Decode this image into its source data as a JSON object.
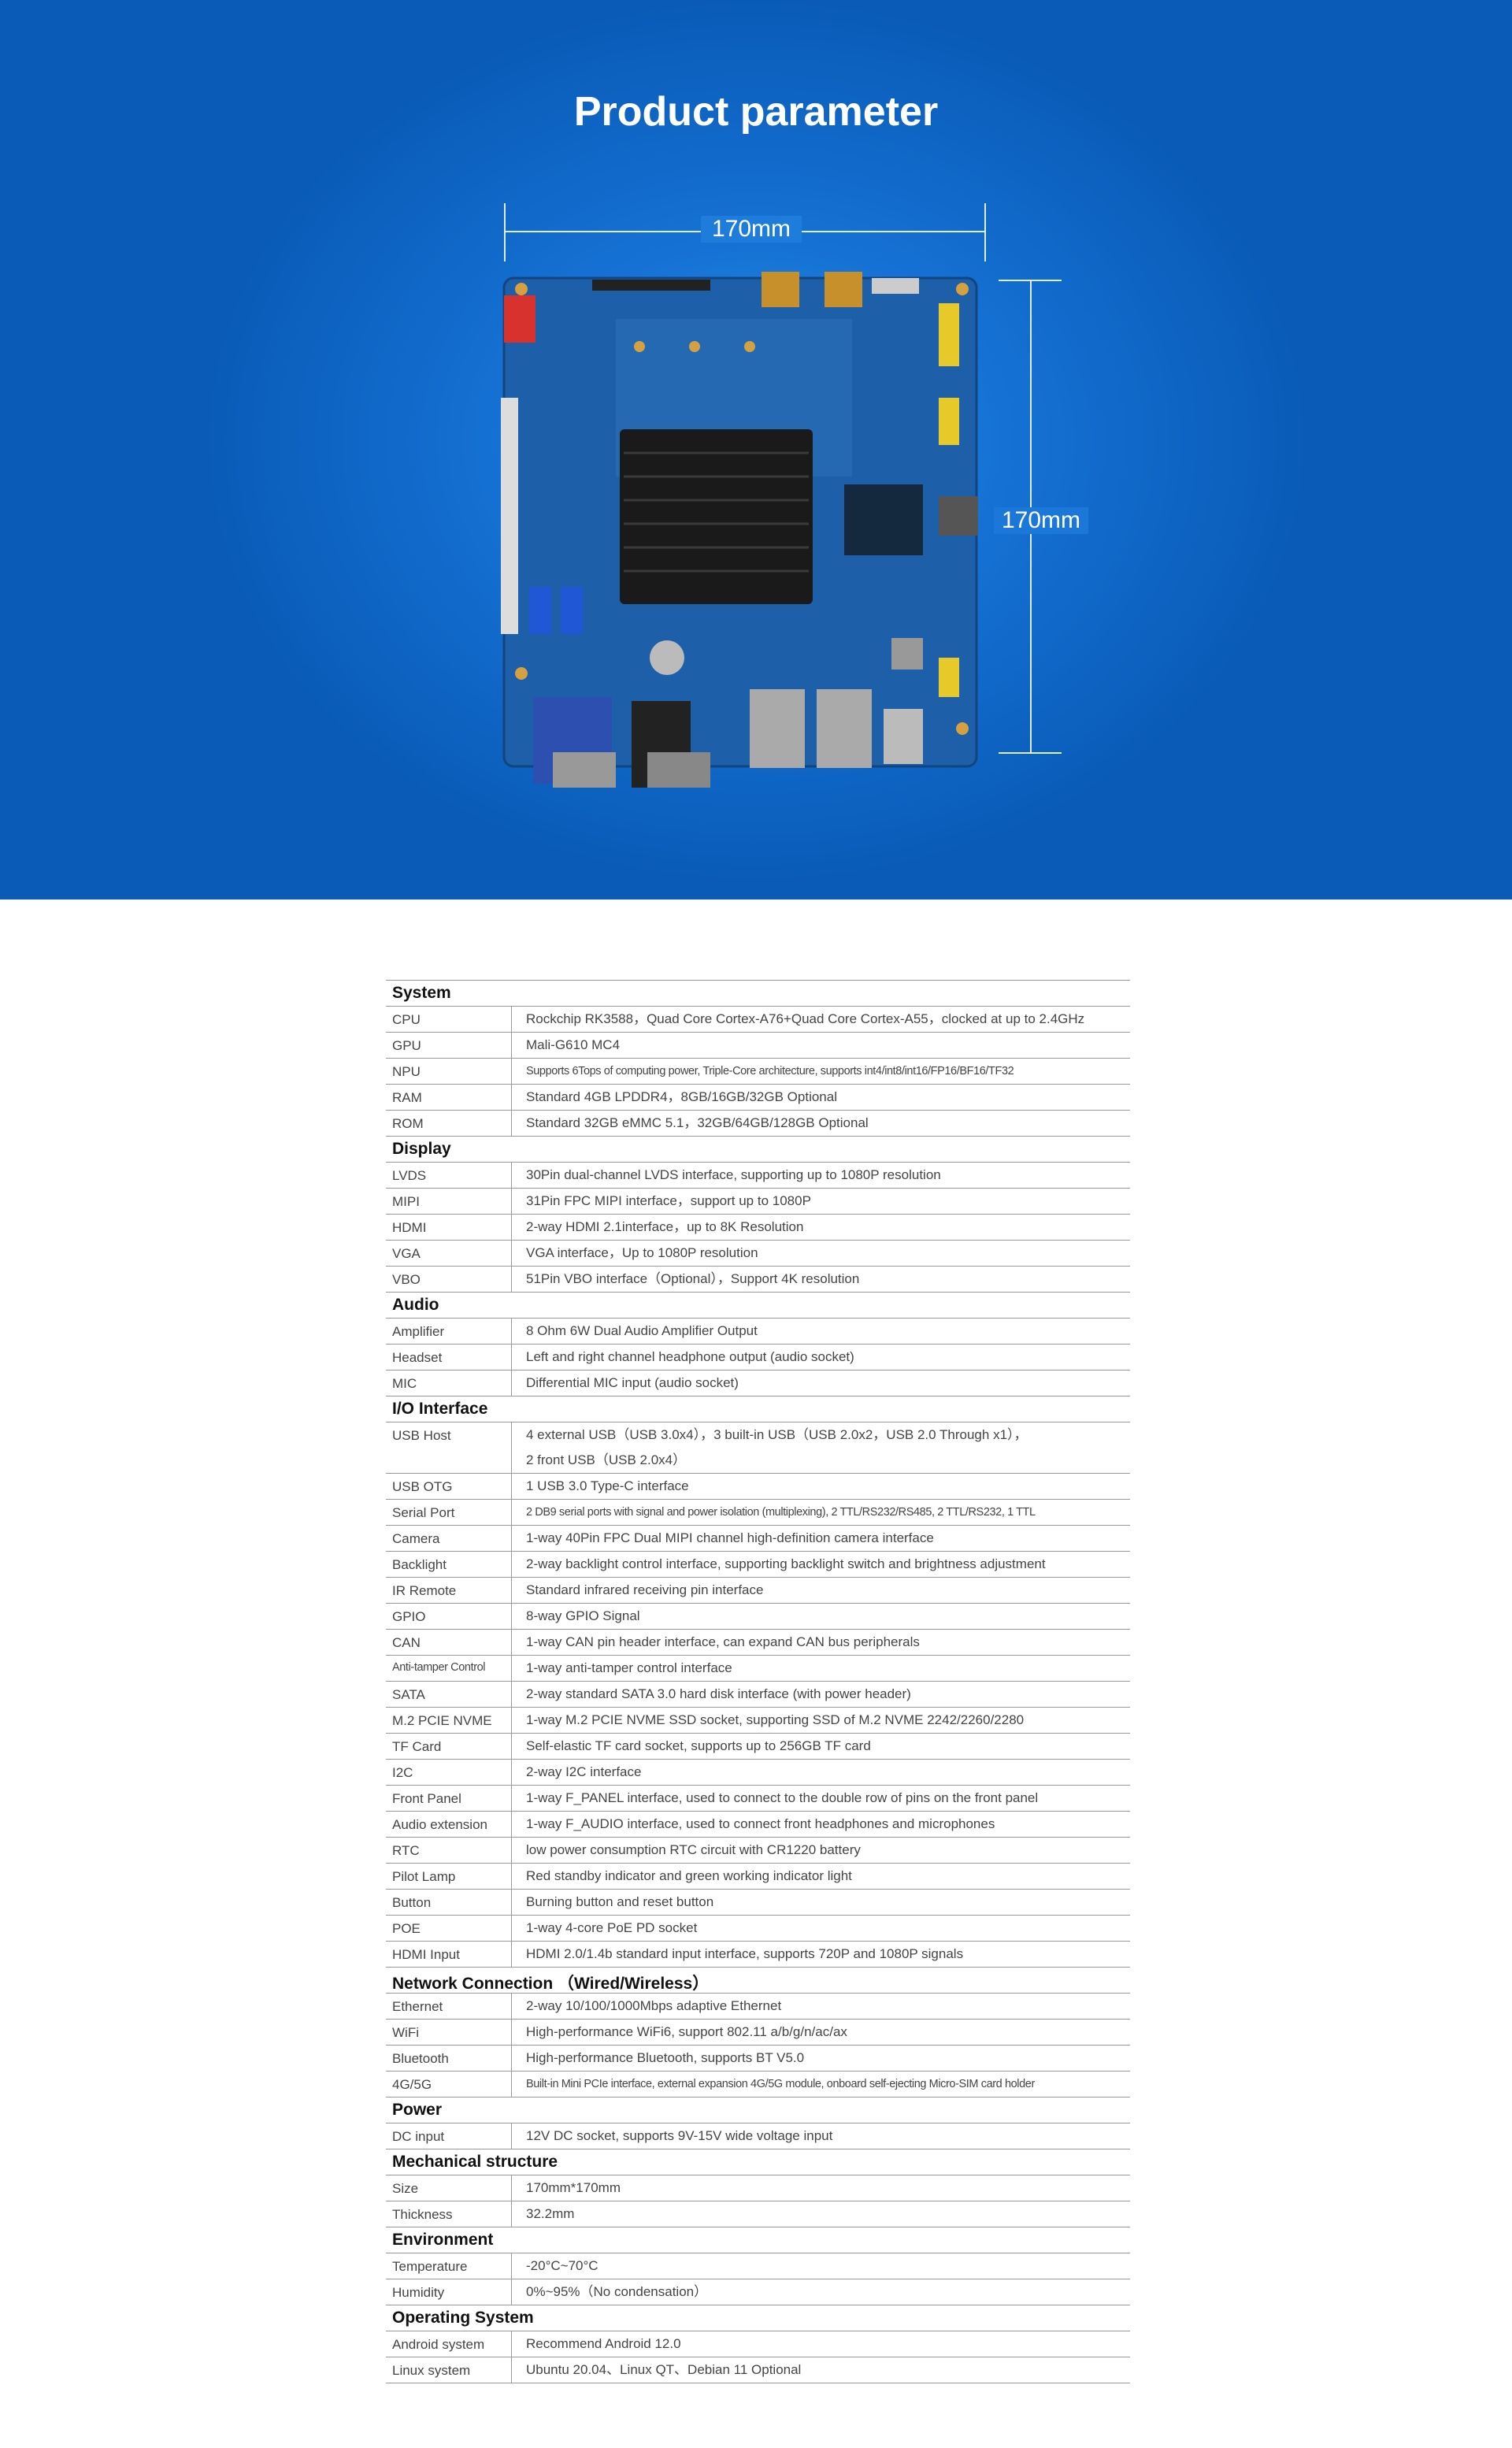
{
  "banner": {
    "title": "Product parameter",
    "width_label": "170mm",
    "height_label": "170mm"
  },
  "colors": {
    "banner": "#1572d4",
    "heatsink": "#1a1a1a",
    "pcb": "#1d5fa8"
  },
  "sections": [
    {
      "title": "System",
      "rows": [
        [
          "CPU",
          "Rockchip RK3588，Quad Core Cortex-A76+Quad Core Cortex-A55，clocked at up to 2.4GHz"
        ],
        [
          "GPU",
          "Mali-G610 MC4"
        ],
        [
          "NPU",
          "Supports 6Tops of computing power, Triple-Core architecture, supports int4/int8/int16/FP16/BF16/TF32"
        ],
        [
          "RAM",
          "Standard 4GB LPDDR4，8GB/16GB/32GB Optional"
        ],
        [
          "ROM",
          "Standard 32GB eMMC 5.1，32GB/64GB/128GB Optional"
        ]
      ]
    },
    {
      "title": "Display",
      "rows": [
        [
          "LVDS",
          "30Pin dual-channel LVDS interface, supporting up to 1080P resolution"
        ],
        [
          "MIPI",
          "31Pin FPC MIPI interface，support up to 1080P"
        ],
        [
          "HDMI",
          "2-way HDMI 2.1interface，up to 8K Resolution"
        ],
        [
          "VGA",
          "VGA interface，Up to 1080P resolution"
        ],
        [
          "VBO",
          "51Pin VBO interface（Optional），Support 4K resolution"
        ]
      ]
    },
    {
      "title": "Audio",
      "rows": [
        [
          "Amplifier",
          "8 Ohm 6W Dual Audio Amplifier Output"
        ],
        [
          "Headset",
          "Left and right channel headphone output (audio socket)"
        ],
        [
          "MIC",
          "Differential MIC input (audio socket)"
        ]
      ]
    },
    {
      "title": "I/O Interface",
      "rows": [
        [
          "USB Host",
          "4 external USB（USB 3.0x4），3 built-in USB（USB 2.0x2，USB 2.0 Through x1），",
          "2 front USB（USB 2.0x4）"
        ],
        [
          "USB OTG",
          "1 USB 3.0 Type-C interface"
        ],
        [
          "Serial Port",
          "2 DB9 serial ports with signal and power isolation (multiplexing), 2 TTL/RS232/RS485, 2 TTL/RS232, 1 TTL"
        ],
        [
          "Camera",
          "1-way 40Pin FPC Dual MIPI channel high-definition camera interface"
        ],
        [
          "Backlight",
          "2-way backlight control interface, supporting backlight switch and brightness adjustment"
        ],
        [
          "IR Remote",
          "Standard infrared receiving pin interface"
        ],
        [
          "GPIO",
          "8-way GPIO Signal"
        ],
        [
          "CAN",
          "1-way CAN pin header interface, can expand CAN bus peripherals"
        ],
        [
          "Anti-tamper Control",
          "1-way anti-tamper control interface"
        ],
        [
          "SATA",
          "2-way standard SATA 3.0 hard disk interface (with power header)"
        ],
        [
          "M.2 PCIE NVME",
          "1-way M.2 PCIE NVME SSD socket, supporting SSD of M.2 NVME 2242/2260/2280"
        ],
        [
          "TF Card",
          "Self-elastic TF card socket, supports up to 256GB TF card"
        ],
        [
          "I2C",
          "2-way I2C interface"
        ],
        [
          "Front Panel",
          "1-way F_PANEL interface, used to connect to the double row of pins on the front panel"
        ],
        [
          "Audio extension",
          "1-way F_AUDIO interface, used to connect front headphones and microphones"
        ],
        [
          "RTC",
          "low power consumption RTC circuit with CR1220 battery"
        ],
        [
          "Pilot Lamp",
          "Red standby indicator and green working indicator light"
        ],
        [
          "Button",
          "Burning button and reset button"
        ],
        [
          "POE",
          "1-way 4-core PoE PD socket"
        ],
        [
          "HDMI Input",
          "HDMI 2.0/1.4b standard input interface, supports 720P and 1080P signals"
        ]
      ]
    },
    {
      "title": "Network Connection （Wired/Wireless）",
      "rows": [
        [
          "Ethernet",
          "2-way 10/100/1000Mbps adaptive Ethernet"
        ],
        [
          "WiFi",
          "High-performance WiFi6, support 802.11 a/b/g/n/ac/ax"
        ],
        [
          "Bluetooth",
          "High-performance Bluetooth, supports BT V5.0"
        ],
        [
          "4G/5G",
          "Built-in Mini PCIe interface, external expansion 4G/5G module, onboard self-ejecting Micro-SIM card holder"
        ]
      ]
    },
    {
      "title": "Power",
      "rows": [
        [
          "DC input",
          "12V DC socket, supports 9V-15V wide voltage input"
        ]
      ]
    },
    {
      "title": "Mechanical structure",
      "rows": [
        [
          "Size",
          "170mm*170mm"
        ],
        [
          "Thickness",
          "32.2mm"
        ]
      ]
    },
    {
      "title": "Environment",
      "rows": [
        [
          "Temperature",
          "-20°C~70°C"
        ],
        [
          "Humidity",
          "0%~95%（No condensation）"
        ]
      ]
    },
    {
      "title": "Operating System",
      "rows": [
        [
          "Android system",
          "Recommend Android 12.0"
        ],
        [
          "Linux system",
          "Ubuntu 20.04、Linux QT、Debian 11 Optional"
        ]
      ]
    }
  ]
}
